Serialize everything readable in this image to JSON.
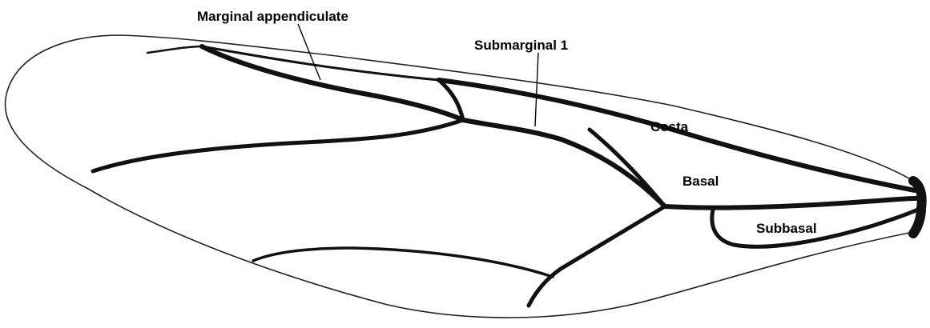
{
  "labels": {
    "marginal_appendiculate": "Marginal appendiculate",
    "submarginal_1": "Submarginal 1",
    "costa": "Costa",
    "basal": "Basal",
    "subbasal": "Subbasal"
  },
  "colors": {
    "background": "#ffffff",
    "vein": "#111111",
    "outline": "#222222",
    "leader_line": "#000000",
    "label_text": "#000000"
  }
}
